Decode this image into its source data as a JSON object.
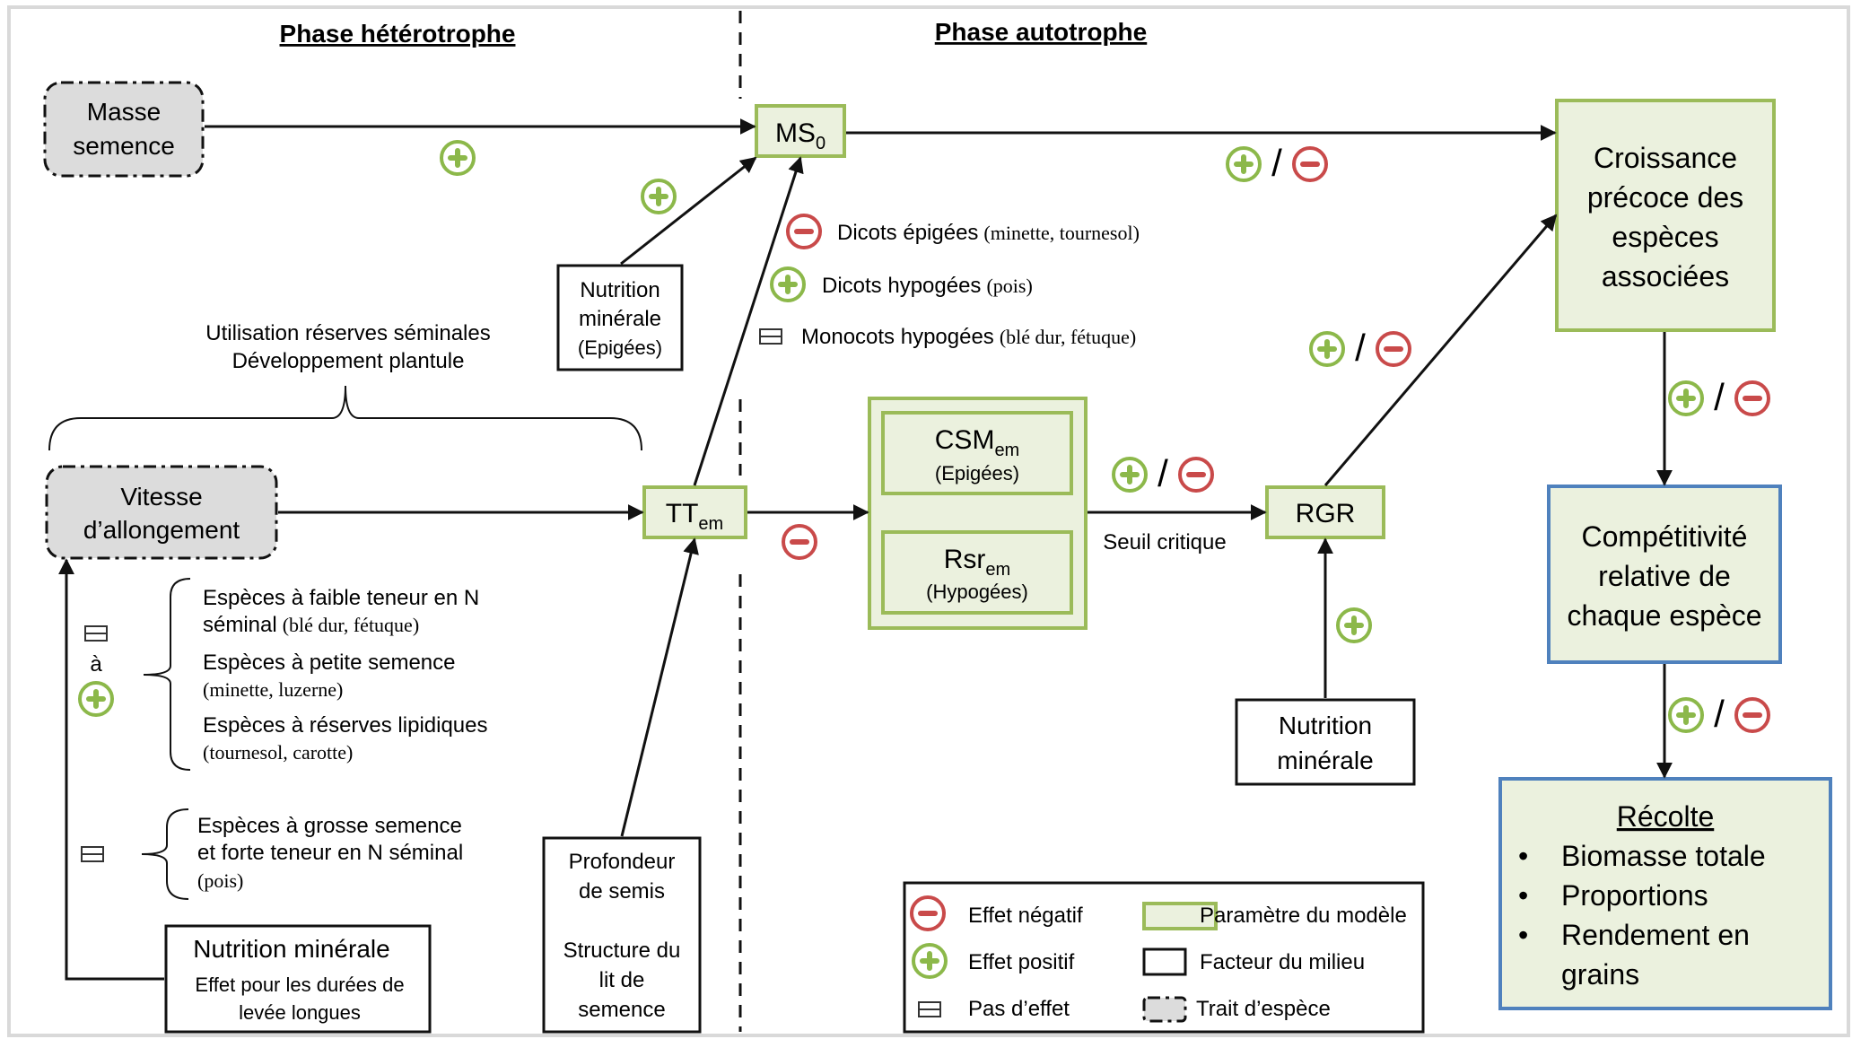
{
  "headers": {
    "heterotrophic": "Phase hétérotrophe",
    "autotrophic": "Phase autotrophe"
  },
  "nodes": {
    "seed_mass": [
      "Masse",
      "semence"
    ],
    "elongation": [
      "Vitesse",
      "d’allongement"
    ],
    "nutrition_epi": [
      "Nutrition",
      "minérale",
      "(Epigées)"
    ],
    "ms0": "MS",
    "ms0_sub": "0",
    "ttem": "TT",
    "ttem_sub": "em",
    "csm": "CSM",
    "csm_sub": "em",
    "csm_note": "(Epigées)",
    "rsr": "Rsr",
    "rsr_sub": "em",
    "rsr_note": "(Hypogées)",
    "rgr": "RGR",
    "nutrition_rgr": [
      "Nutrition",
      "minérale"
    ],
    "early_growth": [
      "Croissance",
      "précoce des",
      "espèces",
      "associées"
    ],
    "competitiveness": [
      "Compétitivité",
      "relative de",
      "chaque espèce"
    ],
    "harvest_title": "Récolte",
    "harvest_items": [
      "Biomasse totale",
      "Proportions",
      "Rendement en",
      "grains"
    ],
    "sowing": [
      "Profondeur",
      "de semis",
      "",
      "Structure du",
      "lit de",
      "semence"
    ],
    "nutrition_bottom_title": "Nutrition minérale",
    "nutrition_bottom_note": [
      "Effet pour les durées de",
      "levée longues"
    ]
  },
  "annotations": {
    "reserves": [
      "Utilisation réserves séminales",
      "Développement plantule"
    ],
    "critical_threshold": "Seuil critique",
    "a_label": "à",
    "slash": "/"
  },
  "species_effects": [
    {
      "effect": "negative",
      "label": "Dicots épigées",
      "examples": "(minette, tournesol)"
    },
    {
      "effect": "positive",
      "label": "Dicots hypogées",
      "examples": "(pois)"
    },
    {
      "effect": "none",
      "label": "Monocots hypogées",
      "examples": "(blé dur, fétuque)"
    }
  ],
  "species_groups": [
    {
      "label": "Espèces à faible teneur en N",
      "label2": "séminal",
      "examples": "(blé dur, fétuque)"
    },
    {
      "label": "Espèces à petite semence",
      "examples": "(minette, luzerne)"
    },
    {
      "label": "Espèces à réserves lipidiques",
      "examples": "(tournesol, carotte)"
    }
  ],
  "large_seed_group": {
    "lines": [
      "Espèces à grosse semence",
      "et forte teneur en N séminal"
    ],
    "examples": "(pois)"
  },
  "legend": {
    "negative": "Effet négatif",
    "positive": "Effet positif",
    "none": "Pas d’effet",
    "model_param": "Paramètre du modèle",
    "env_factor": "Facteur du milieu",
    "species_trait": "Trait d’espèce"
  },
  "colors": {
    "positive": "#8cb84a",
    "negative": "#c94a4a",
    "model_param_fill": "#ebf1de",
    "model_param_stroke": "#9bbb59",
    "output_stroke": "#4f81bd",
    "species_trait_fill": "#dcdcdc"
  }
}
